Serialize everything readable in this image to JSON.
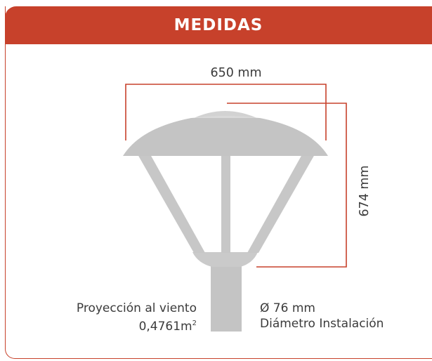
{
  "header": {
    "title": "MEDIDAS"
  },
  "dimensions": {
    "width_label": "650 mm",
    "height_label": "674 mm",
    "diameter_label": "Ø 76 mm",
    "diameter_caption": "Diámetro Instalación",
    "wind_label": "Proyección al viento",
    "wind_value": "0,4761m",
    "wind_value_exponent": "2"
  },
  "colors": {
    "accent": "#c7412b",
    "lamp_gray": "#c4c4c4",
    "text": "#3b3b3b"
  }
}
